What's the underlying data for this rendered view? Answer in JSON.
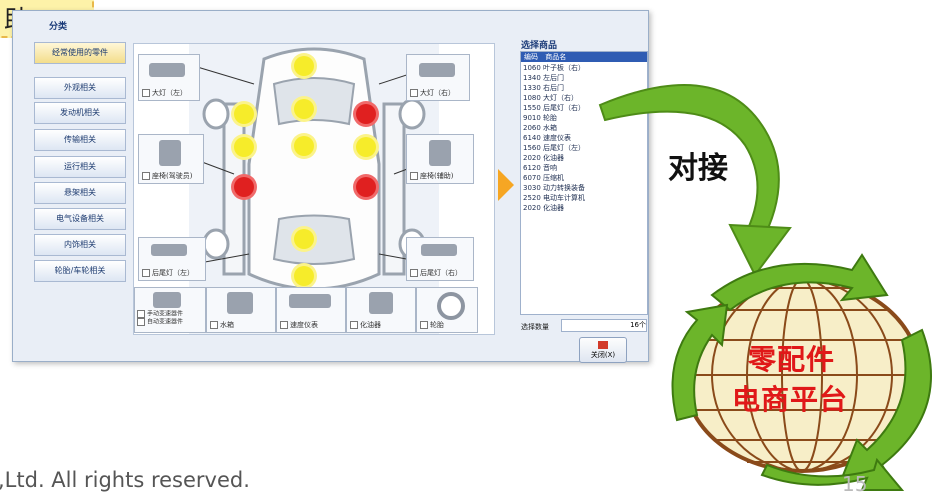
{
  "badge": {
    "text": "助"
  },
  "window": {
    "title": "分类",
    "categories": [
      "经常使用的零件",
      "外观相关",
      "发动机相关",
      "传输相关",
      "运行相关",
      "悬架相关",
      "电气设备相关",
      "内饰相关",
      "轮胎/车轮相关"
    ],
    "parts": {
      "headlight_left": "大灯（左）",
      "headlight_right": "大灯（右）",
      "seat_driver": "座椅(驾驶员)",
      "seat_assist": "座椅(辅助)",
      "taillight_left": "后尾灯（左）",
      "taillight_right": "后尾灯（右）",
      "transmission_line1": "手动变速器件",
      "transmission_line2": "自动变速器件",
      "radiator": "水箱",
      "speedometer": "速度仪表",
      "carburetor": "化油器",
      "tire": "轮胎"
    },
    "list": {
      "title": "选择商品",
      "col_code": "编码",
      "col_name": "商品名",
      "items": [
        "1060 叶子板（右）",
        "1340 左后门",
        "1330 右后门",
        "1080 大灯（右）",
        "1550 后尾灯（右）",
        "9010 轮胎",
        "2060 水箱",
        "6140 速度仪表",
        "1560 后尾灯（左）",
        "2020 化油器",
        "6120 音响",
        "6070 压缩机",
        "3030 动力转换装备",
        "2520 电动车计算机",
        "2020 化油器"
      ],
      "qty_label": "选择数量",
      "qty_value": "16个",
      "close_label": "关闭(X)"
    }
  },
  "connector": {
    "label": "对接"
  },
  "globe": {
    "line1": "零配件",
    "line2": "电商平台"
  },
  "footer": {
    "text": ",Ltd. All rights reserved.",
    "page": "15"
  },
  "colors": {
    "arrow_green": "#5fae1e",
    "text_red": "#e01818",
    "accent_blue": "#2f5cb3"
  }
}
